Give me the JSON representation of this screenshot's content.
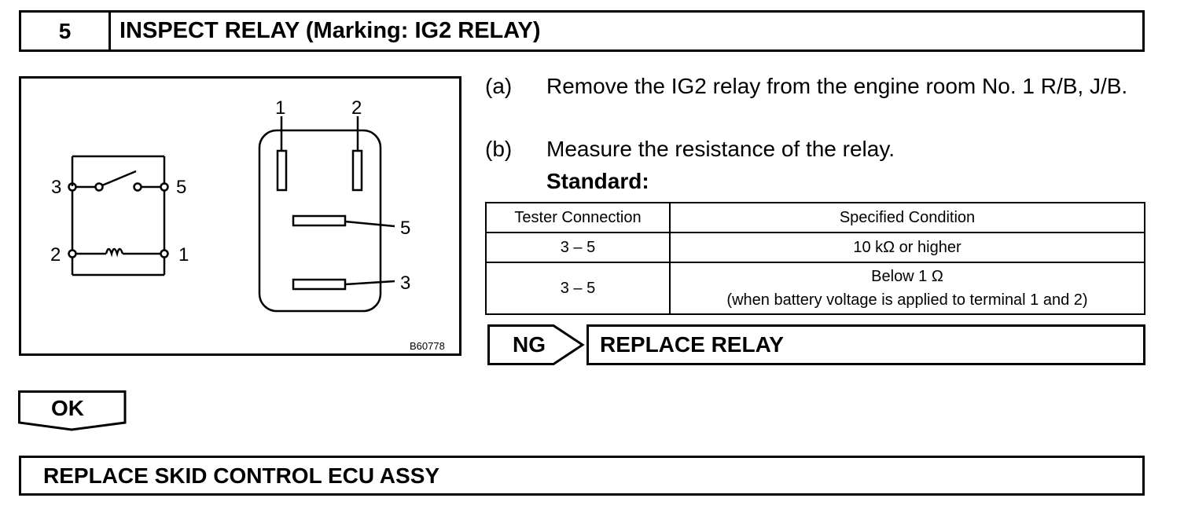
{
  "step": {
    "number": "5",
    "title": "INSPECT RELAY (Marking: IG2 RELAY)"
  },
  "figure": {
    "code": "B60778",
    "schematic_terminals": [
      "3",
      "5",
      "2",
      "1"
    ],
    "relay_pins": [
      "1",
      "2",
      "5",
      "3"
    ]
  },
  "instructions": [
    {
      "marker": "(a)",
      "text": "Remove the IG2 relay from the engine room No. 1 R/B, J/B."
    },
    {
      "marker": "(b)",
      "text": "Measure the resistance of the relay."
    }
  ],
  "standard_label": "Standard:",
  "spec_table": {
    "headers": [
      "Tester Connection",
      "Specified Condition"
    ],
    "rows": [
      {
        "connection": "3 – 5",
        "condition": "10 kΩ or higher",
        "note": ""
      },
      {
        "connection": "3 – 5",
        "condition": "Below 1 Ω",
        "note": "(when battery voltage is applied to terminal 1 and 2)"
      }
    ]
  },
  "ng": {
    "label": "NG",
    "action": "REPLACE RELAY"
  },
  "ok": {
    "label": "OK"
  },
  "final_action": "REPLACE SKID CONTROL ECU ASSY"
}
